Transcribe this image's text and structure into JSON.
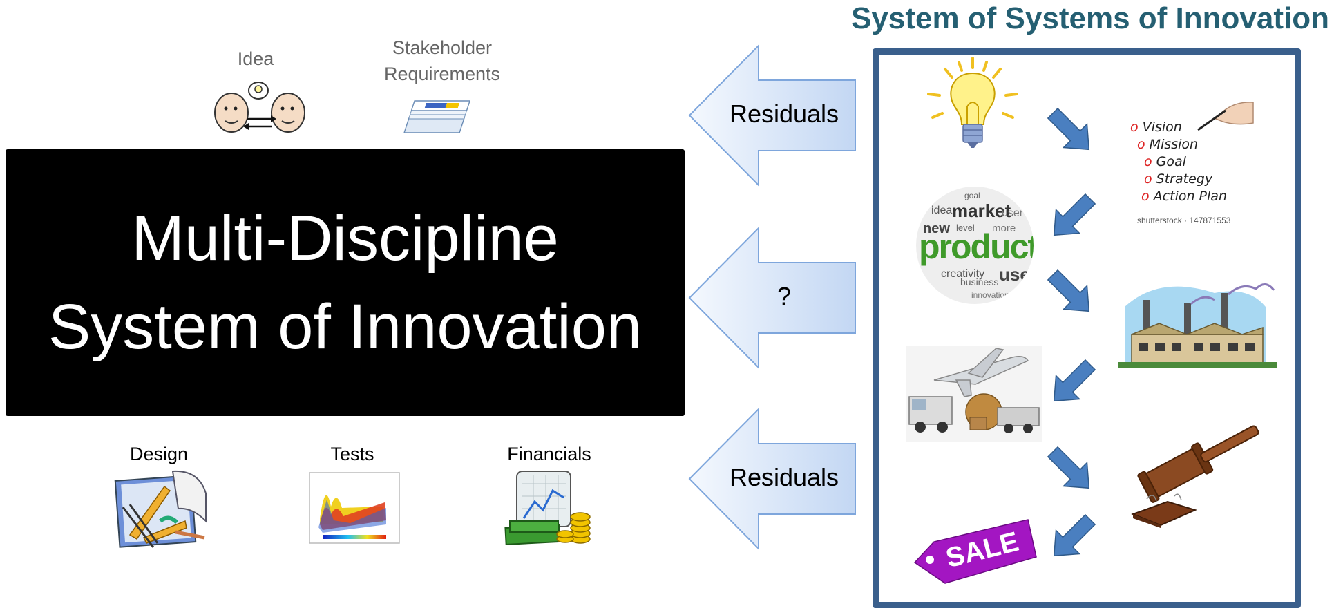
{
  "top_labels": {
    "idea": "Idea",
    "stakeholder_line1": "Stakeholder",
    "stakeholder_line2": "Requirements"
  },
  "main_title": {
    "line1": "Multi-Discipline",
    "line2": "System of Innovation"
  },
  "bottom_labels": {
    "design": "Design",
    "tests": "Tests",
    "financials": "Financials"
  },
  "arrows": [
    "Residuals",
    "?",
    "Residuals"
  ],
  "sos": {
    "title": "System of Systems of Innovation",
    "vision_list": [
      "Vision",
      "Mission",
      "Goal",
      "Strategy",
      "Action Plan"
    ],
    "stock_credit": "shutterstock · 147871553",
    "product_cloud": {
      "big": "product",
      "small": [
        "market",
        "new",
        "idea",
        "user",
        "creativity",
        "business",
        "use",
        "innovation",
        "more",
        "level",
        "goal"
      ]
    },
    "sale_tag": "SALE"
  },
  "colors": {
    "title_teal": "#255f72",
    "frame_blue": "#3a5f8c",
    "arrow_fill_light": "#eef4fd",
    "arrow_fill_dark": "#c5d8f3",
    "arrow_stroke": "#7ea6dc",
    "flow_arrow": "#4a7fc0"
  }
}
